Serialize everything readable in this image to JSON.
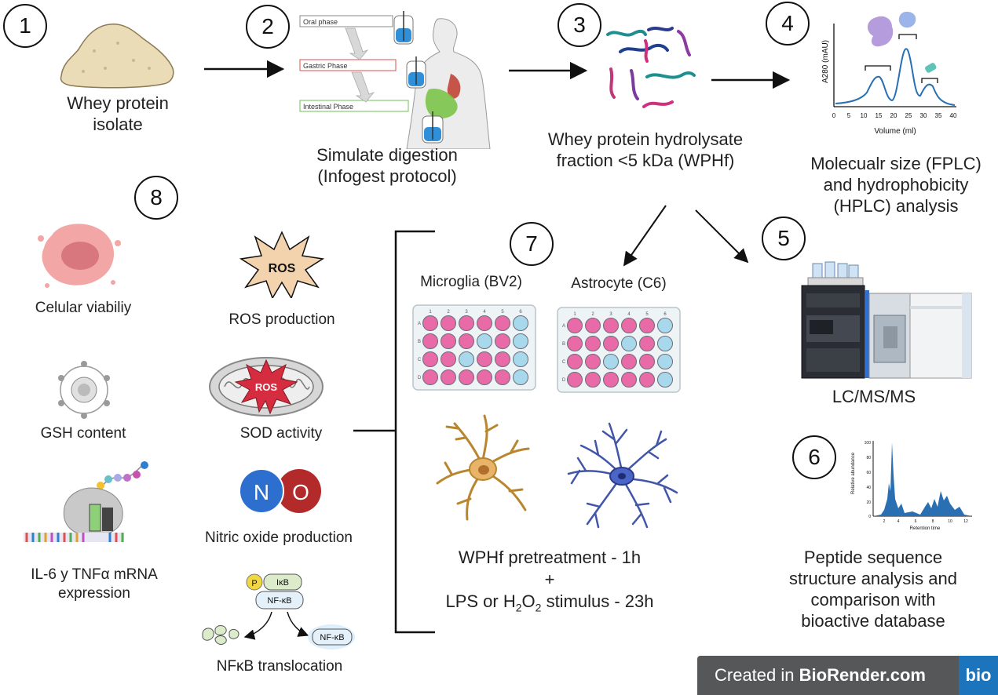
{
  "steps": {
    "s1": {
      "number": "1",
      "label_line1": "Whey protein",
      "label_line2": "isolate"
    },
    "s2": {
      "number": "2",
      "label_line1": "Simulate digestion",
      "label_line2": "(Infogest protocol)",
      "phase_oral": "Oral phase",
      "phase_gastric": "Gastric Phase",
      "phase_intestinal": "Intestinal Phase"
    },
    "s3": {
      "number": "3",
      "label_line1": "Whey protein hydrolysate",
      "label_line2": "fraction <5 kDa (WPHf)"
    },
    "s4": {
      "number": "4",
      "label_line1": "Molecualr size (FPLC)",
      "label_line2": "and hydrophobicity",
      "label_line3": "(HPLC) analysis",
      "ylabel": "A280 (mAU)",
      "xlabel": "Volume (ml)",
      "xticks": [
        "0",
        "5",
        "10",
        "15",
        "20",
        "25",
        "30",
        "35",
        "40"
      ]
    },
    "s5": {
      "number": "5",
      "label": "LC/MS/MS"
    },
    "s6": {
      "number": "6",
      "label_line1": "Peptide sequence",
      "label_line2": "structure analysis and",
      "label_line3": "comparison with",
      "label_line4": "bioactive database",
      "ylabel": "Relative abundance",
      "xlabel": "Retention time",
      "yticks": [
        "100",
        "80",
        "60",
        "40",
        "20",
        "0"
      ],
      "xticks": [
        "2",
        "4",
        "6",
        "8",
        "10",
        "12"
      ]
    },
    "s7": {
      "number": "7",
      "cell1": "Microglia (BV2)",
      "cell2": "Astrocyte (C6)",
      "plate_cols": [
        "1",
        "2",
        "3",
        "4",
        "5",
        "6"
      ],
      "plate_rows": [
        "A",
        "B",
        "C",
        "D"
      ],
      "treat_line1": "WPHf pretreatment - 1h",
      "treat_plus": "+",
      "treat_line2_pre": "LPS or H",
      "treat_sub1": "2",
      "treat_mid": "O",
      "treat_sub2": "2",
      "treat_line2_post": " stimulus - 23h"
    },
    "s8": {
      "number": "8",
      "viability": "Celular viabiliy",
      "ros": "ROS production",
      "ros_badge": "ROS",
      "gsh": "GSH content",
      "sod": "SOD activity",
      "sod_badge": "ROS",
      "no": "Nitric oxide production",
      "no_n": "N",
      "no_o": "O",
      "il6_line1": "IL-6 y TNFα mRNA",
      "il6_line2": "expression",
      "nfkb": "NFκB translocation",
      "nfkb_p": "P",
      "nfkb_ikb": "IκB",
      "nfkb_nfkb": "NF-κB",
      "nfkb_nfkb2": "NF-κB"
    }
  },
  "footer": {
    "prefix": "Created in ",
    "brand": "BioRender.com",
    "logo": "bio"
  },
  "colors": {
    "well_pink": "#e86aa6",
    "well_blue": "#a8d8ec",
    "peak_blue": "#2a6fb2",
    "arrow": "#111111"
  }
}
